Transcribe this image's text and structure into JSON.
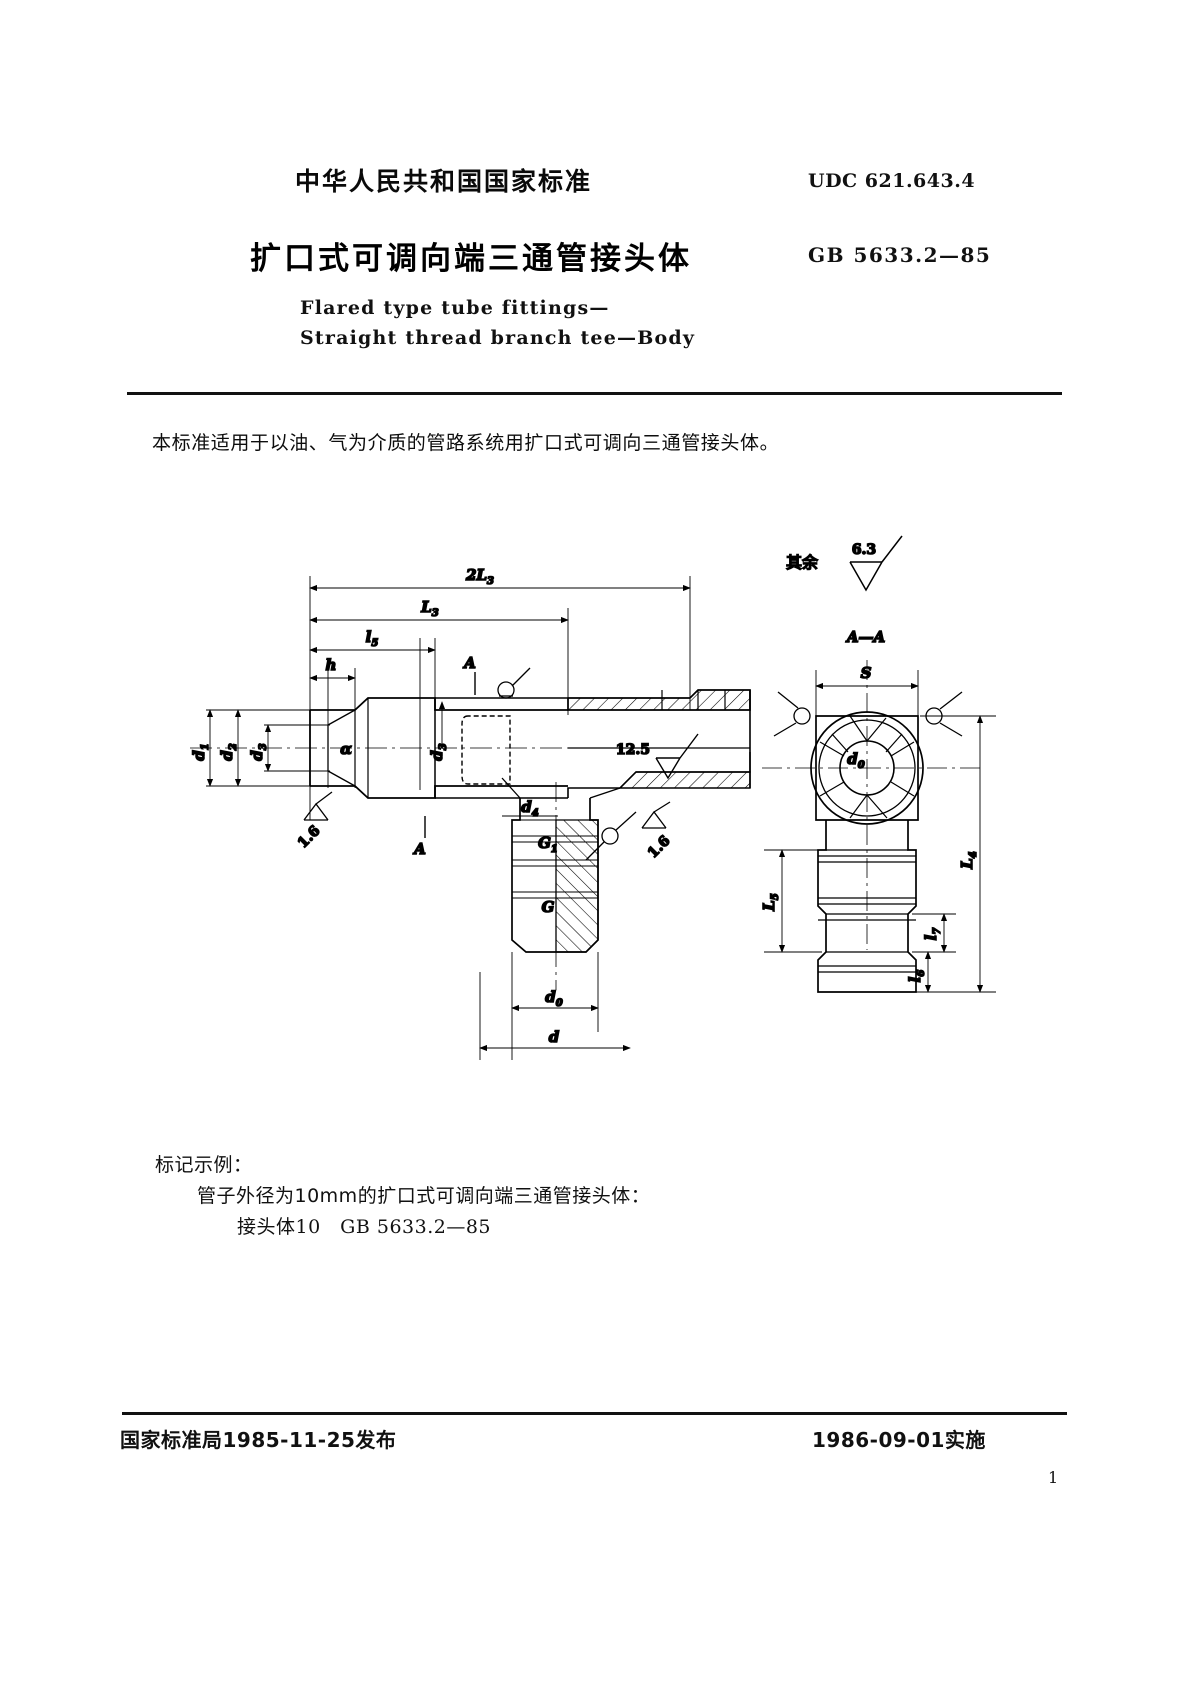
{
  "document": {
    "issuer_line": "中华人民共和国国家标准",
    "udc": "UDC 621.643.4",
    "title_cn": "扩口式可调向端三通管接头体",
    "standard_no": "GB 5633.2—85",
    "title_en_line1": "Flared type tube fittings—",
    "title_en_line2": "Straight thread branch tee—Body",
    "scope": "本标准适用于以油、气为介质的管路系统用扩口式可调向三通管接头体。",
    "page_number": "1"
  },
  "marking": {
    "heading": "标记示例：",
    "line2": "管子外径为10mm的扩口式可调向端三通管接头体：",
    "line3": "接头体10　GB 5633.2—85"
  },
  "footer": {
    "left": "国家标准局1985-11-25发布",
    "right": "1986-09-01实施"
  },
  "drawing": {
    "remainder_note": "其余",
    "remainder_roughness": "6.3",
    "section_label": "A—A",
    "roughness_marks": [
      "12.5",
      "1.6",
      "1.6",
      "6.3"
    ],
    "dimensions": {
      "two_L3": "2L₃",
      "L3": "L₃",
      "l5": "l₅",
      "h": "h",
      "d1": "d₁",
      "d2": "d₂",
      "d3": "d₃",
      "d4": "d₄",
      "d0": "d₀",
      "d": "d",
      "alpha": "α",
      "G": "G",
      "G1": "G₁",
      "S": "S",
      "d0_section": "d₀",
      "L4": "L₄",
      "L5": "L₅",
      "l6": "l₆",
      "l7": "l₇",
      "section_arrow_top": "A",
      "section_arrow_bottom": "A"
    }
  }
}
